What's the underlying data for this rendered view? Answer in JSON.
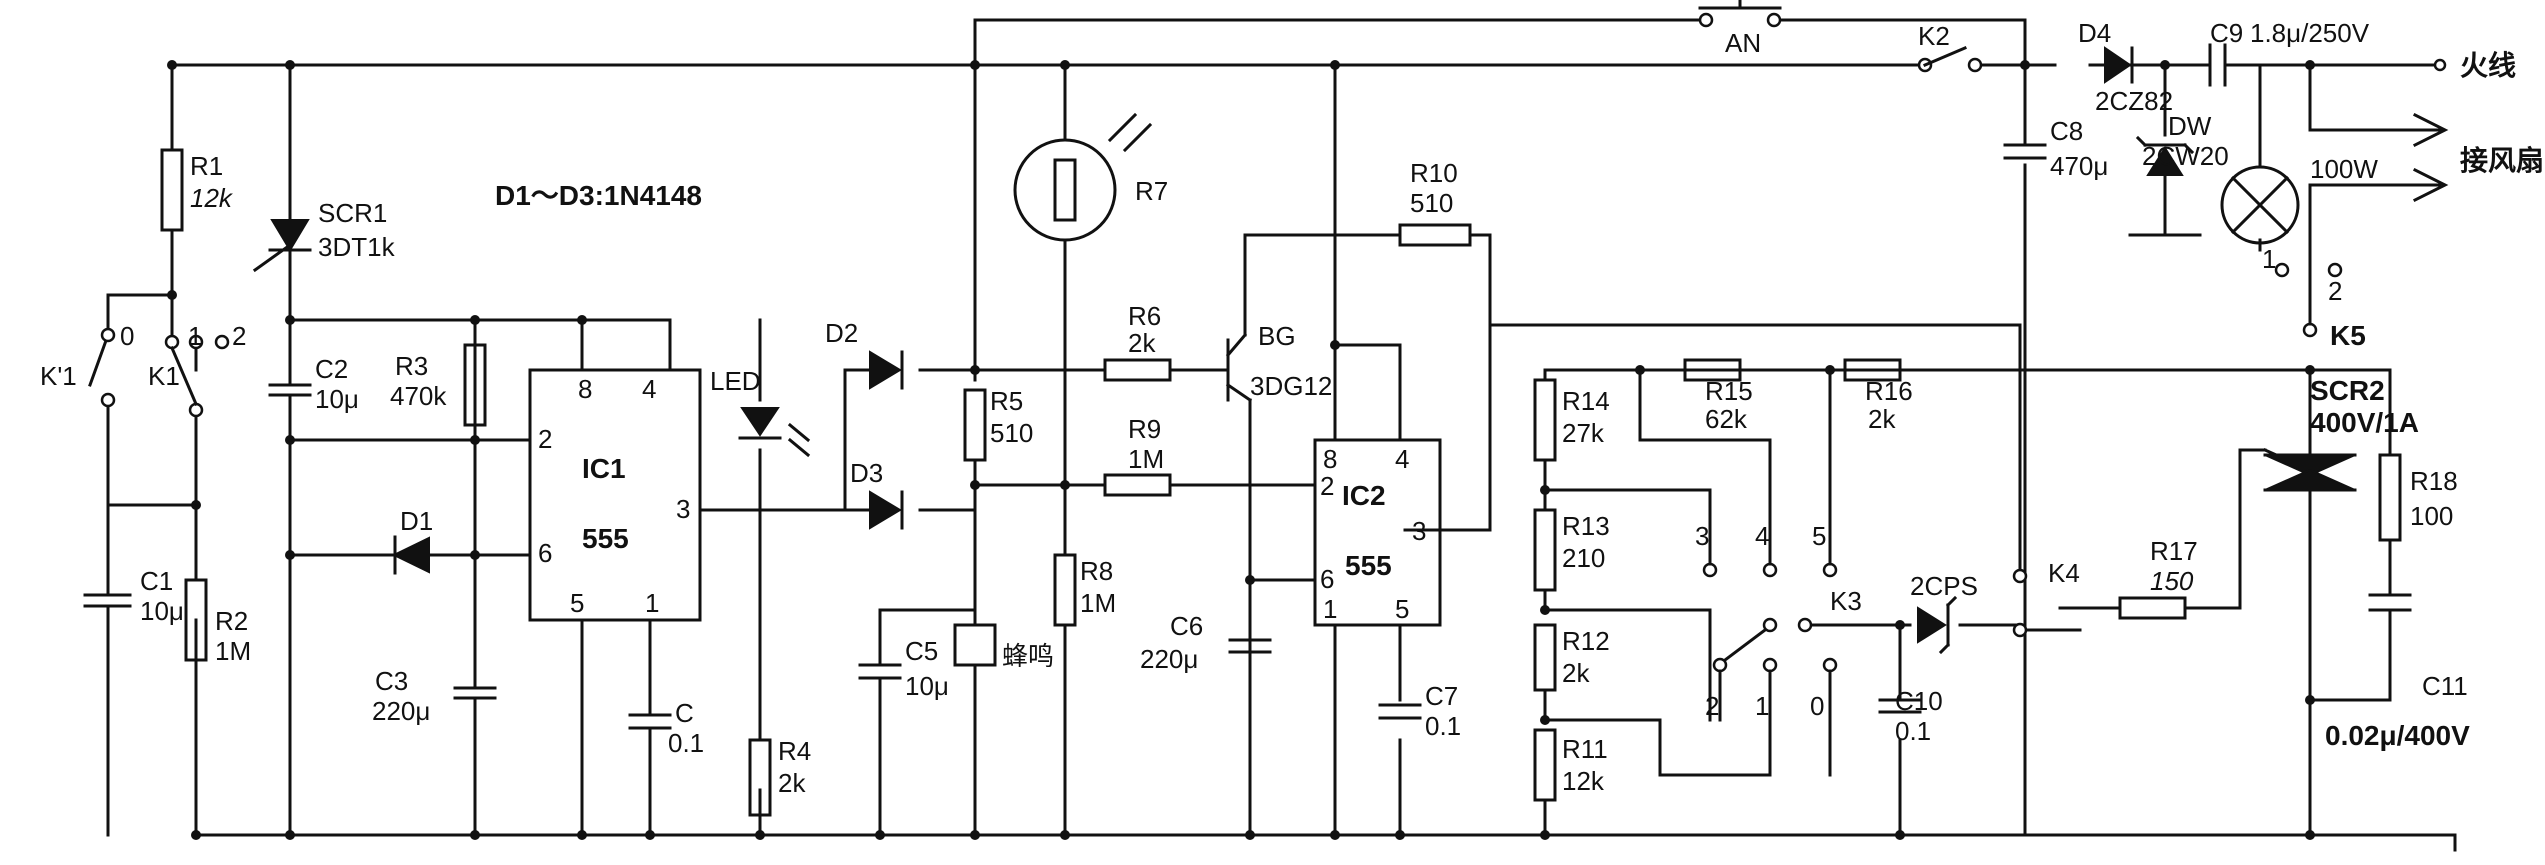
{
  "note": "D1～D3:1N4148",
  "ic1": {
    "name": "IC1",
    "type": "555",
    "pins": [
      "8",
      "4",
      "2",
      "6",
      "3",
      "5",
      "1"
    ]
  },
  "ic2": {
    "name": "IC2",
    "type": "555",
    "pins": [
      "8",
      "4",
      "2",
      "6",
      "3",
      "1",
      "5"
    ]
  },
  "components": {
    "r1": [
      "R1",
      "12k"
    ],
    "r2": [
      "R2",
      "1M"
    ],
    "r3": [
      "R3",
      "470k"
    ],
    "r4": [
      "R4",
      "2k"
    ],
    "r5": [
      "R5",
      "510"
    ],
    "r6": [
      "R6",
      "2k"
    ],
    "r7": [
      "R7"
    ],
    "r8": [
      "R8",
      "1M"
    ],
    "r9": [
      "R9",
      "1M"
    ],
    "r10": [
      "R10",
      "510"
    ],
    "r11": [
      "R11",
      "12k"
    ],
    "r12": [
      "R12",
      "2k"
    ],
    "r13": [
      "R13",
      "210"
    ],
    "r14": [
      "R14",
      "27k"
    ],
    "r15": [
      "R15",
      "62k"
    ],
    "r16": [
      "R16",
      "2k"
    ],
    "r17": [
      "R17",
      "150"
    ],
    "r18": [
      "R18",
      "100"
    ],
    "c1": [
      "C1",
      "10μ"
    ],
    "c2": [
      "C2",
      "10μ"
    ],
    "c3": [
      "C3",
      "220μ"
    ],
    "c": [
      "C",
      "0.1"
    ],
    "c5": [
      "C5",
      "10μ"
    ],
    "c6": [
      "C6",
      "220μ"
    ],
    "c7": [
      "C7",
      "0.1"
    ],
    "c8": [
      "C8",
      "470μ"
    ],
    "c9": [
      "C9",
      "1.8μ/250V"
    ],
    "c10": [
      "C10",
      "0.1"
    ],
    "c11": [
      "C11",
      "0.02μ/400V"
    ],
    "d1": [
      "D1"
    ],
    "d2": [
      "D2"
    ],
    "d3": [
      "D3"
    ],
    "d4": [
      "D4",
      "2CZ82"
    ],
    "dw": [
      "DW",
      "2CW20"
    ],
    "led": [
      "LED"
    ],
    "scr1": [
      "SCR1",
      "3DT1k"
    ],
    "scr2": [
      "SCR2",
      "400V/1A"
    ],
    "bg": [
      "BG",
      "3DG12"
    ],
    "buzzer": [
      "蜂鸣"
    ],
    "lamp": [
      "100W"
    ],
    "cps": [
      "2CPS"
    ]
  },
  "switches": {
    "an": "AN",
    "k2": "K2",
    "k1": "K1",
    "k1p": "K'1",
    "k3": "K3",
    "k4": "K4",
    "k5": "K5",
    "k1_pos": [
      "0",
      "1",
      "2"
    ],
    "k3_pos": [
      "3",
      "4",
      "5",
      "2",
      "1",
      "0"
    ],
    "k5_pos": [
      "1",
      "2"
    ]
  },
  "terminals": {
    "live": "火线",
    "fan": "接风扇"
  }
}
